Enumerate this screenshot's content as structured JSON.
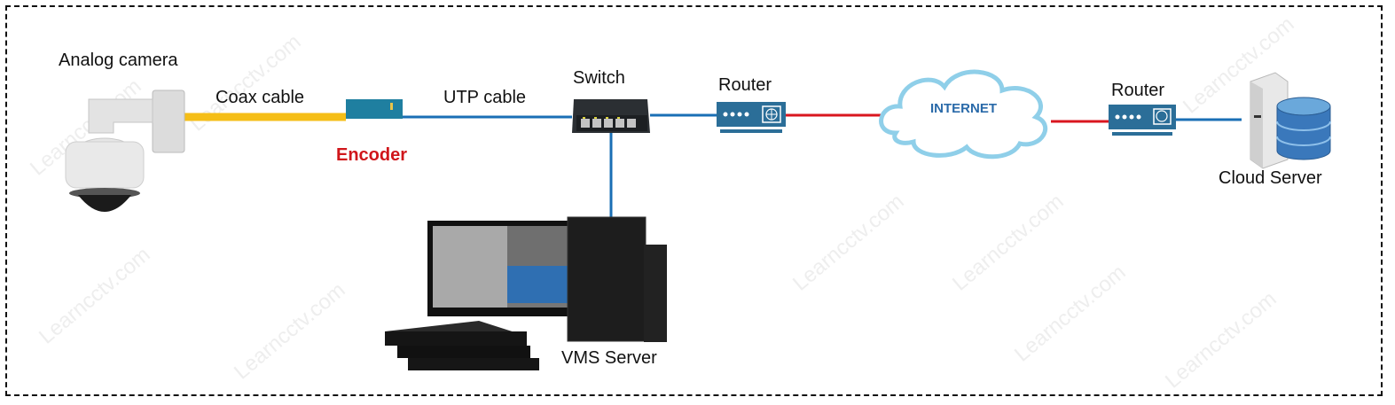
{
  "diagram": {
    "labels": {
      "analog_camera": "Analog camera",
      "coax_cable": "Coax cable",
      "encoder": "Encoder",
      "utp_cable": "UTP cable",
      "switch": "Switch",
      "router_1": "Router",
      "internet": "INTERNET",
      "router_2": "Router",
      "cloud_server": "Cloud Server",
      "vms_server": "VMS Server"
    },
    "watermark": "Learncctv.com",
    "colors": {
      "coax": "#f5be17",
      "utp": "#1a6fb5",
      "wan": "#d9161f",
      "encoder_label": "#d0161b",
      "device_blue": "#2b6e98",
      "internet_text": "#2a6aa9"
    },
    "connections": [
      {
        "from": "Analog camera",
        "to": "Encoder",
        "type": "Coax cable"
      },
      {
        "from": "Encoder",
        "to": "Switch",
        "type": "UTP cable"
      },
      {
        "from": "Switch",
        "to": "Router"
      },
      {
        "from": "Switch",
        "to": "VMS Server"
      },
      {
        "from": "Router",
        "to": "INTERNET"
      },
      {
        "from": "INTERNET",
        "to": "Router"
      },
      {
        "from": "Router",
        "to": "Cloud Server"
      }
    ]
  }
}
